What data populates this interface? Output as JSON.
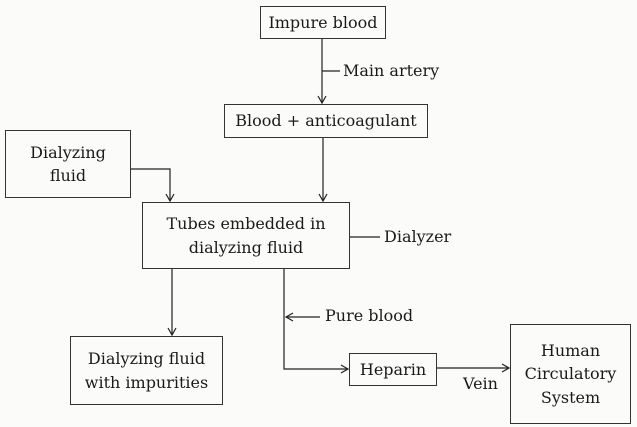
{
  "title": "Hemodialysis flow diagram",
  "nodes": {
    "impure_blood": "Impure blood",
    "blood_anticoagulant": "Blood + anticoagulant",
    "dialyzing_fluid": [
      "Dialyzing",
      "fluid"
    ],
    "tubes": [
      "Tubes embedded in",
      "dialyzing fluid"
    ],
    "dialyzing_fluid_impurities": [
      "Dialyzing fluid",
      "with impurities"
    ],
    "heparin": "Heparin",
    "human_circulatory_system": [
      "Human",
      "Circulatory",
      "System"
    ]
  },
  "labels": {
    "main_artery": "Main artery",
    "dialyzer": "Dialyzer",
    "pure_blood": "Pure blood",
    "vein": "Vein"
  },
  "edges": [
    {
      "from": "Impure blood",
      "to": "Blood + anticoagulant",
      "label": "Main artery"
    },
    {
      "from": "Blood + anticoagulant",
      "to": "Tubes embedded in dialyzing fluid"
    },
    {
      "from": "Dialyzing fluid",
      "to": "Tubes embedded in dialyzing fluid"
    },
    {
      "from": "Tubes embedded in dialyzing fluid",
      "to": "Dialyzing fluid with impurities"
    },
    {
      "from": "Tubes embedded in dialyzing fluid",
      "to": "Heparin",
      "label": "Pure blood"
    },
    {
      "from": "Heparin",
      "to": "Human Circulatory System",
      "label": "Vein"
    }
  ]
}
